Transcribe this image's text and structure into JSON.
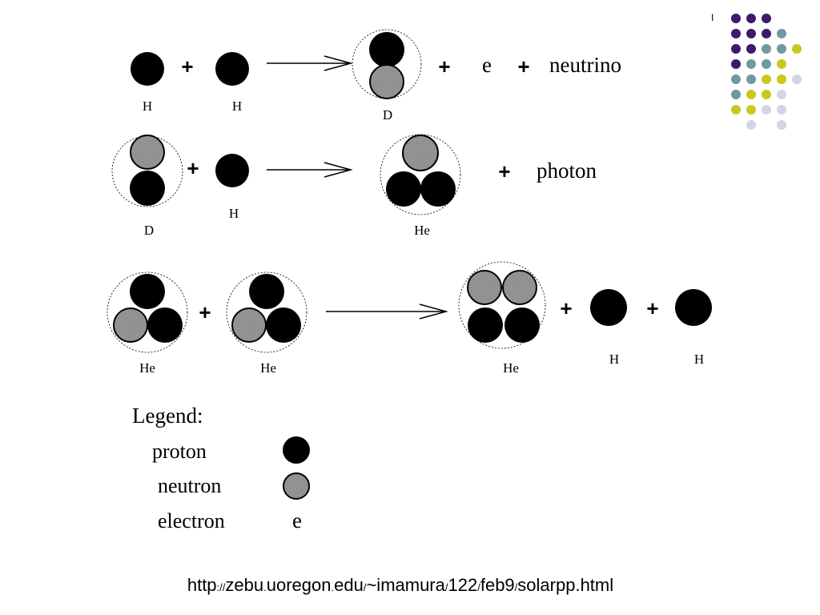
{
  "particles": {
    "H": "H",
    "D": "D",
    "He": "He",
    "e": "e",
    "neutrino": "neutrino",
    "photon": "photon"
  },
  "plus_sign": "+",
  "legend": {
    "title": "Legend:",
    "proton": "proton",
    "neutron": "neutron",
    "electron": "electron",
    "electron_symbol": "e"
  },
  "footer": {
    "url": "http://zebu.uoregon.edu/~imamura/122/feb9/solarpp.html",
    "parts": [
      "http",
      "://",
      "zebu",
      ".",
      "uoregon",
      ".",
      "edu",
      "/",
      "~imamura",
      "/",
      "122",
      "/",
      "feb9",
      "/",
      "solarpp.html"
    ]
  },
  "slide_marker": "I",
  "colors": {
    "proton": "#000000",
    "neutron": "#999999",
    "purple": "#3d1a6b",
    "teal": "#6f9a9e",
    "yellow": "#c9c91c",
    "lavender": "#d4d4e6"
  }
}
